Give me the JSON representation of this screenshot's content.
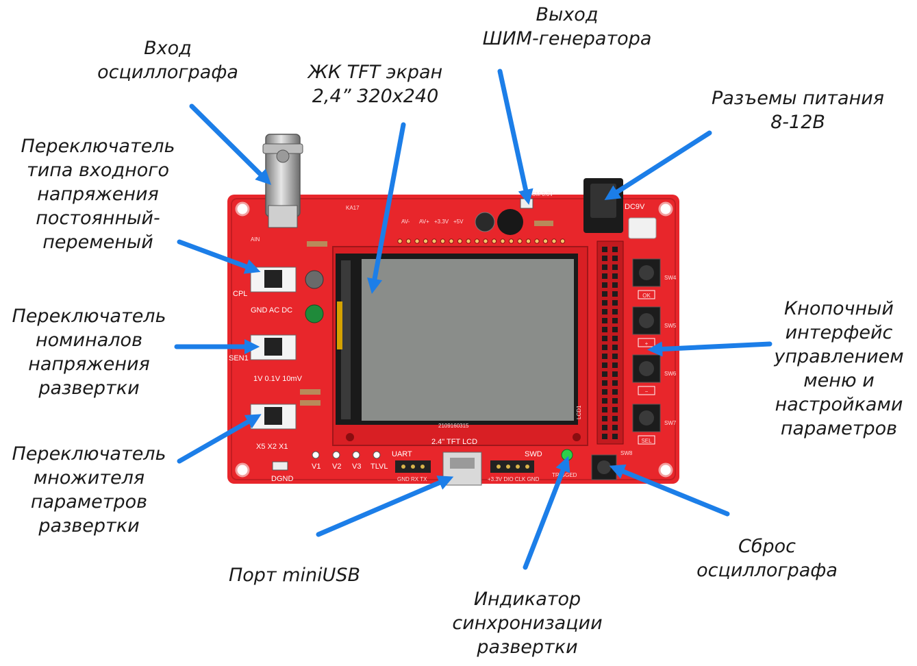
{
  "callouts": {
    "scope_input": [
      "Вход",
      "осциллографа"
    ],
    "lcd": [
      "ЖК TFT экран",
      "2,4” 320x240"
    ],
    "pwm_out": [
      "Выход",
      "ШИМ-генератора"
    ],
    "power": [
      "Разъемы питания",
      "8-12В"
    ],
    "coupling": [
      "Переключатель",
      "типа входного",
      "напряжения",
      "постоянный-",
      "переменый"
    ],
    "sensitivity": [
      "Переключатель",
      "номиналов",
      "напряжения",
      "развертки"
    ],
    "multiplier": [
      "Переключатель",
      "множителя",
      "параметров",
      "развертки"
    ],
    "buttons": [
      "Кнопочный",
      "интерфейс",
      "управлением",
      "меню и",
      "настройками",
      "параметров"
    ],
    "usb": [
      "Порт miniUSB"
    ],
    "sync_led": [
      "Индикатор",
      "синхронизации",
      "развертки"
    ],
    "reset": [
      "Сброс",
      "осциллографа"
    ]
  },
  "silkscreen": {
    "cpl": "CPL",
    "coupling_opts": "GND AC DC",
    "sen1": "SEN1",
    "sen1_opts": "1V 0.1V 10mV",
    "sen2_opts": "X5 X2 X1",
    "lcd_label": "2.4\" TFT LCD",
    "dc9v": "DC9V",
    "dgnd": "DGND",
    "ain": "AIN",
    "btn_ok": "OK",
    "btn_plus": "+",
    "btn_minus": "−",
    "btn_sel": "SEL",
    "v1": "V1",
    "v2": "V2",
    "v3": "V3",
    "tlvl": "TLVL",
    "uart": "UART",
    "swd": "SWD",
    "trigged": "TRIGGED",
    "lcd1": "LCD1",
    "board_id": "KA17",
    "lcd_serial": "2109160315",
    "pwm_jumper": "1-8CM 3.3V",
    "pwr_rails": [
      "AV-",
      "AV+",
      "+3.3V",
      "+5V"
    ],
    "uart_pins": "GND RX TX",
    "swd_pins": "+3.3V DIO CLK GND",
    "sw_labels": [
      "SW4",
      "SW5",
      "SW6",
      "SW7",
      "SW8"
    ]
  },
  "colors": {
    "pcb": "#e8262b",
    "lcd_screen": "#8a8d8a",
    "arrow": "#1c7ee8",
    "text": "#1a1a1a"
  }
}
